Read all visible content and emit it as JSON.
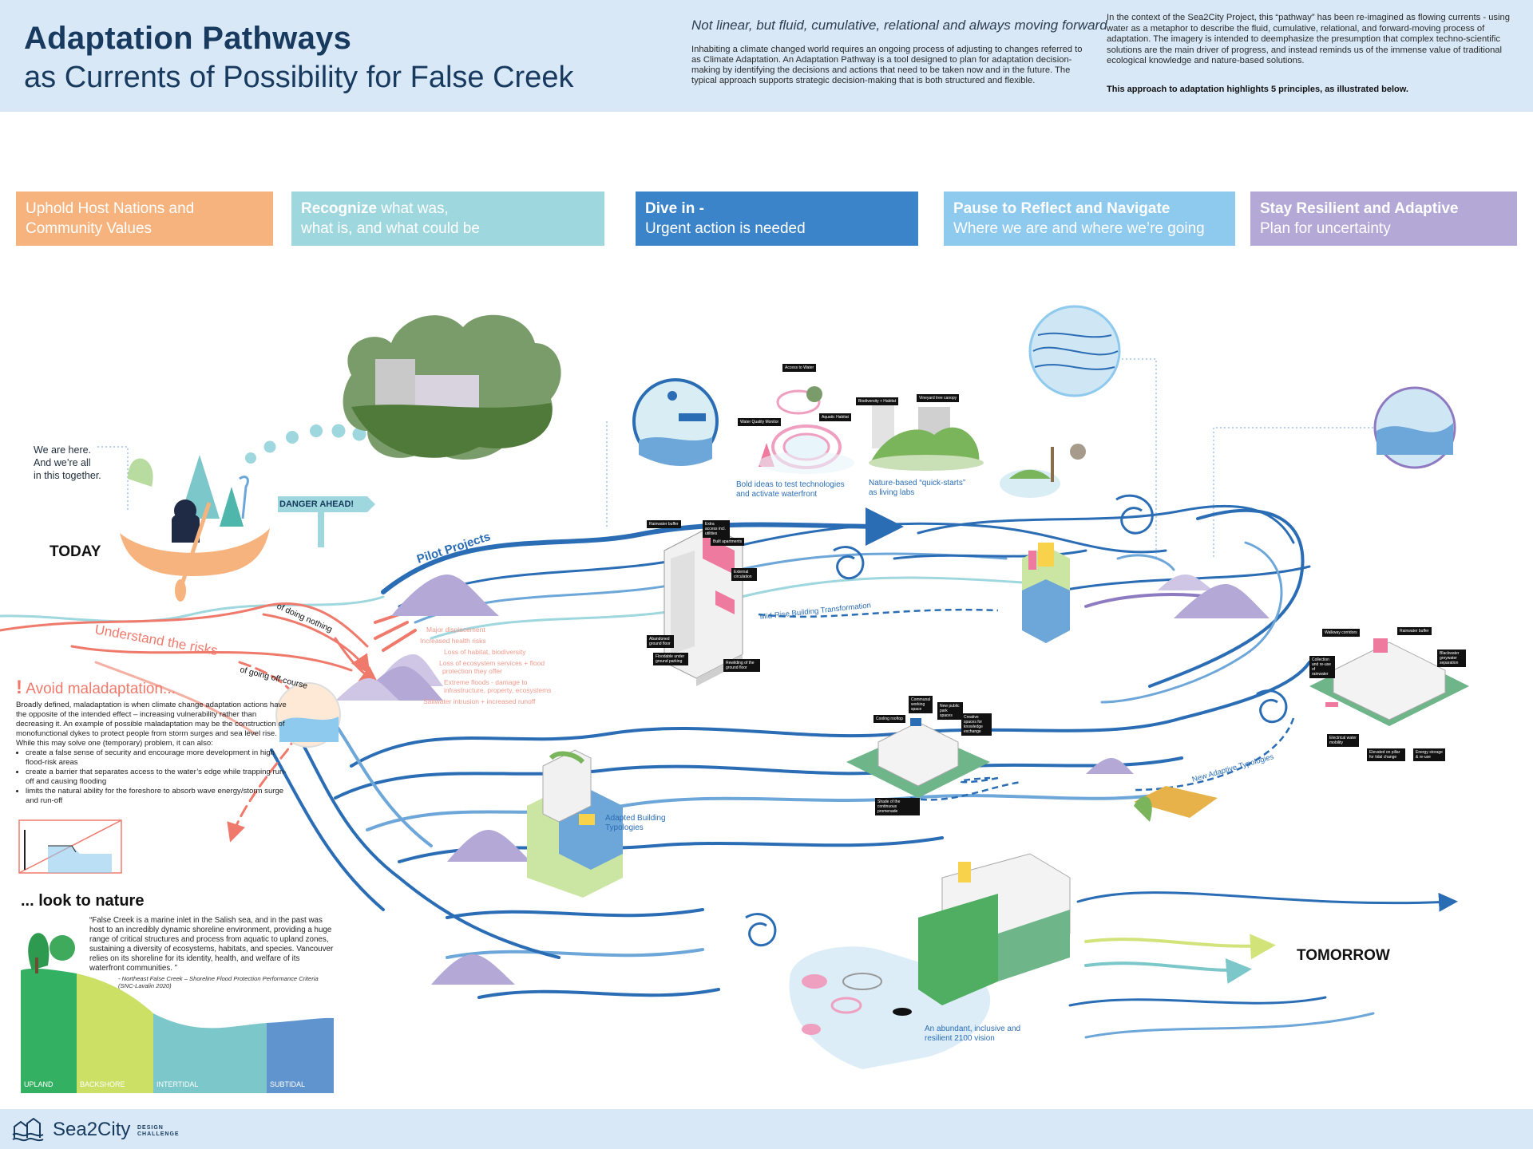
{
  "header": {
    "title_line1": "Adaptation Pathways",
    "title_line2": "as Currents of Possibility for False Creek",
    "tagline": "Not linear, but fluid, cumulative, relational and always moving forward",
    "intro": "Inhabiting a climate changed world requires an ongoing process of adjusting to changes referred to as Climate Adaptation. An Adaptation Pathway is a tool designed to plan for adaptation decision-making by identifying the decisions and actions that need to be taken now and in the future. The typical approach supports strategic decision-making that is both structured and flexible.",
    "context": "In the context of the Sea2City Project, this “pathway” has been re-imagined as flowing currents -  using water as a metaphor to describe the fluid, cumulative, relational, and forward-moving process of adaptation.  The imagery is intended to deemphasize the presumption that complex techno-scientific solutions are the main driver of progress, and instead reminds us of the immense value of traditional ecological knowledge and nature-based solutions.",
    "principles_note": "This approach to adaptation highlights 5 principles, as illustrated below."
  },
  "principles": [
    {
      "bold": "",
      "line1": "Uphold Host Nations and",
      "line2": "Community Values",
      "color": "#f7b37d"
    },
    {
      "bold": "Recognize",
      "line1": " what was,",
      "line2": "what is, and what could be",
      "color": "#9fd7de"
    },
    {
      "bold": "Dive in -",
      "line1": "",
      "line2": "Urgent action is needed",
      "color": "#3b84c9"
    },
    {
      "bold": "Pause to Reflect and Navigate",
      "line1": "",
      "line2": "Where we are and where we’re going",
      "color": "#8ec9ee"
    },
    {
      "bold": "Stay Resilient and Adaptive",
      "line1": "",
      "line2": "Plan for uncertainty",
      "color": "#b4a8d6"
    }
  ],
  "diagram": {
    "we_are_here": [
      "We are here.",
      "And we’re all",
      "in this together."
    ],
    "today": "TODAY",
    "tomorrow": "TOMORROW",
    "danger": "DANGER AHEAD!",
    "pilot_projects": "Pilot Projects",
    "understand_risks": "Understand the risks",
    "doing_nothing": "of doing nothing",
    "going_off_course": "of going off-course",
    "risks": [
      "Major displacement",
      "Increased health risks",
      "Loss of habitat, biodiversity",
      "Loss of ecosystem services + flood",
      "protection they offer",
      "Extreme floods - damage to",
      "infrastructure, property, ecosystems",
      "Saltwater intrusion + increased runoff"
    ],
    "bold_ideas": [
      "Bold ideas to test technologies",
      "and activate waterfront"
    ],
    "nature_based": [
      "Nature-based “quick-starts”",
      "as living labs"
    ],
    "midrise": "Mid-Rise Building Transformation",
    "new_adaptive": "New Adaptive Typologies",
    "adapted_building": [
      "Adapted Building",
      "Typologies"
    ],
    "vision": [
      "An abundant, inclusive and",
      "resilient 2100 vision"
    ],
    "tags_midrise": [
      "Rainwater buffer",
      "Extra access incl. utilities",
      "Built apartments",
      "External circulation",
      "Abandoned ground floor",
      "Floodable under ground parking",
      "Rewilding of the ground floor"
    ],
    "tags_pilot": [
      "Access to Water",
      "Water Quality Monitor",
      "Aquatic Habitat",
      "Biodiversity + Habitat",
      "Vineyard tree canopy"
    ],
    "tags_center": [
      "Cooling rooftop",
      "Communal working space",
      "New public park spaces",
      "Creative spaces for knowledge exchange",
      "Shade of the continuous promenade"
    ],
    "tags_right": [
      "Walkway corridors",
      "Rainwater buffer",
      "Collection and re-use of rainwater",
      "Blackwater greywater separation",
      "Electrical water mobility",
      "Elevated on pillar for tidal change",
      "Energy storage & re-use"
    ]
  },
  "maladaptation": {
    "title": "Avoid maladaptation...",
    "body": "Broadly defined, maladaptation is when climate change adaptation actions have the opposite of the intended effect – increasing vulnerability rather than decreasing it. An example of possible maladaptation may be the construction of monofunctional dykes to protect people from storm surges and sea level rise. While this may solve one (temporary) problem, it can also:",
    "bullets": [
      "create a false sense of security and encourage more development in high flood-risk areas",
      "create a barrier that separates access to the water’s edge while trapping run-off and causing flooding",
      "limits the natural ability for the foreshore to absorb wave energy/storm surge and run-off"
    ]
  },
  "nature": {
    "title": "... look to nature",
    "quote": "“False Creek is a marine inlet in the Salish sea, and in the past was host to an incredibly dynamic shoreline environment, providing a huge range of critical structures and process from aquatic to upland zones, sustaining a diversity of ecosystems, habitats, and species. Vancouver relies on its shoreline for its identity, health, and welfare of its waterfront communities. ”",
    "source": "- Northeast False Creek – Shoreline Flood Protection Performance Criteria (SNC-Lavalin 2020)",
    "zones": [
      "UPLAND",
      "BACKSHORE",
      "INTERTIDAL",
      "SUBTIDAL"
    ]
  },
  "footer": {
    "logo_name": "Sea2City",
    "logo_sub_1": "DESIGN",
    "logo_sub_2": "CHALLENGE"
  },
  "colors": {
    "header_bg": "#d8e8f6",
    "navy": "#173a5e",
    "river_dark": "#2a6db5",
    "river_light": "#8ec9ee",
    "risk_red": "#ef7a6c",
    "purple": "#8e7ac0"
  }
}
